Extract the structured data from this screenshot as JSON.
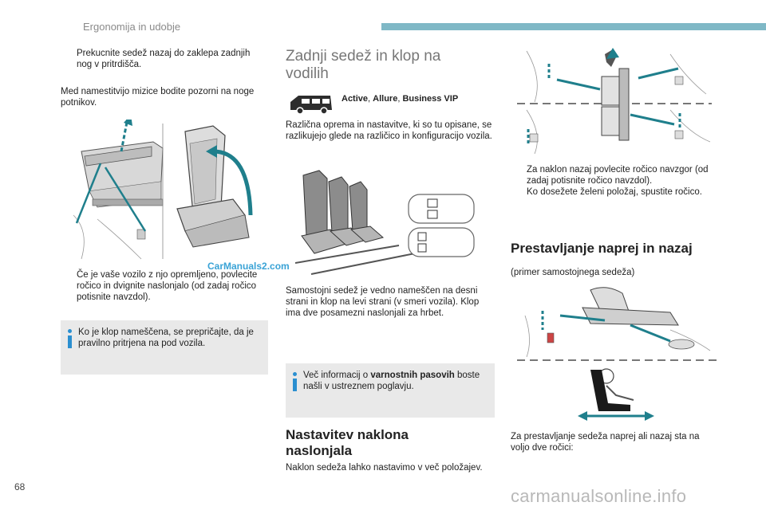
{
  "header": {
    "section_title": "Ergonomija in udobje"
  },
  "col1": {
    "bullet1": "Prekucnite sedež nazaj do zaklepa zadnjih nog v pritrdišča.",
    "para1": "Med namestitvijo mizice bodite pozorni na noge potnikov.",
    "bullet2": "Če je vaše vozilo z njo opremljeno, povlecite ročico in dvignite naslonjalo (od zadaj ročico potisnite navzdol).",
    "note": "Ko je klop nameščena, se prepričajte, da je pravilno pritrjena na pod vozila.",
    "watermark": "CarManuals2.com"
  },
  "col2": {
    "heading_line1": "Zadnji sedež in klop na",
    "heading_line2": "vodilih",
    "trims": {
      "t1": "Active",
      "sep1": ", ",
      "t2": "Allure",
      "sep2": ", ",
      "t3": "Business VIP"
    },
    "para1": "Različna oprema in nastavitve, ki so tu opisane, se razlikujejo glede na različico in konfiguracijo vozila.",
    "para2": "Samostojni sedež je vedno nameščen na desni strani in klop na levi strani (v smeri vozila). Klop ima dve posamezni naslonjali za hrbet.",
    "note_pre": "Več informacij o ",
    "note_bold": "varnostnih pasovih",
    "note_post": " boste našli v ustreznem poglavju.",
    "h2_line1": "Nastavitev naklona",
    "h2_line2": "naslonjala",
    "para3": "Naklon sedeža lahko nastavimo v več položajev."
  },
  "col3": {
    "bullet1": "Za naklon nazaj povlecite ročico navzgor (od zadaj potisnite ročico navzdol).",
    "bullet2": "Ko dosežete želeni položaj, spustite ročico.",
    "heading": "Prestavljanje naprej in nazaj",
    "para1": "(primer samostojnega sedeža)",
    "para2": "Za prestavljanje sedeža naprej ali nazaj sta na voljo dve ročici:"
  },
  "bullet_marker": "",
  "footer": {
    "page_number": "68",
    "watermark": "carmanualsonline.info"
  },
  "colors": {
    "accent": "#7fb8c6",
    "arrow": "#1f7f8c",
    "info_blue": "#2b8fd0",
    "note_bg": "#e9e9e9"
  },
  "icons": [
    "bullet-marker-icon",
    "info-icon",
    "van-icon",
    "arrow-icon"
  ]
}
